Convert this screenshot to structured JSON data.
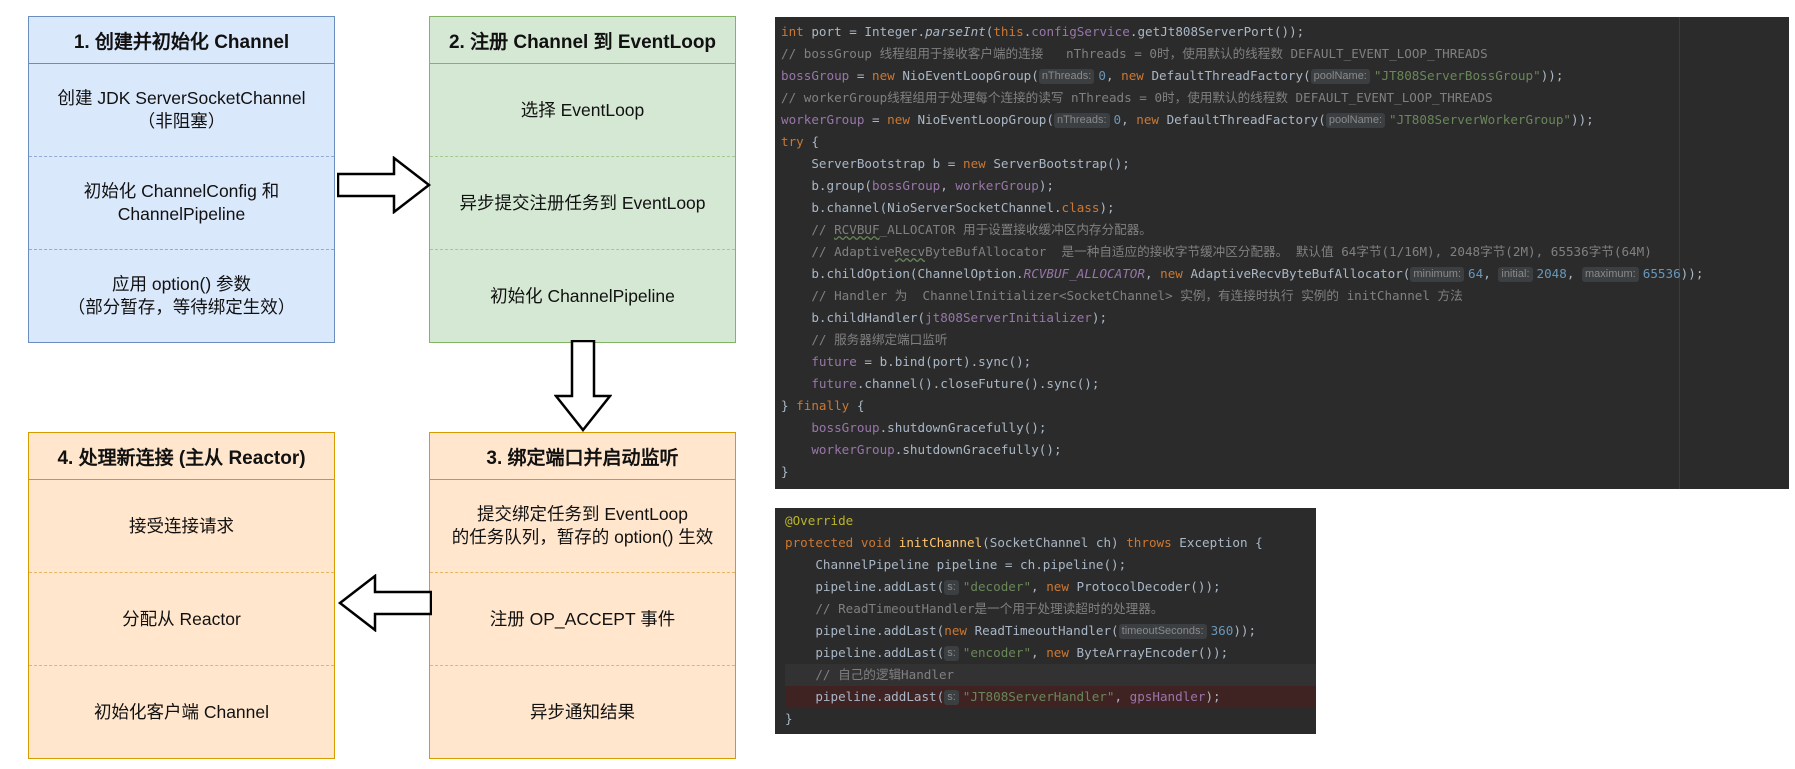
{
  "diagram": {
    "stages": [
      {
        "title": "1. 创建并初始化 Channel",
        "steps": [
          "创建 JDK ServerSocketChannel\n（非阻塞）",
          "初始化 ChannelConfig 和\nChannelPipeline",
          "应用 option() 参数\n（部分暂存，等待绑定生效）"
        ]
      },
      {
        "title": "2. 注册 Channel 到 EventLoop",
        "steps": [
          "选择 EventLoop",
          "异步提交注册任务到 EventLoop",
          "初始化 ChannelPipeline"
        ]
      },
      {
        "title": "3. 绑定端口并启动监听",
        "steps": [
          "提交绑定任务到 EventLoop\n的任务队列，暂存的 option() 生效",
          "注册 OP_ACCEPT 事件",
          "异步通知结果"
        ]
      },
      {
        "title": "4. 处理新连接 (主从 Reactor)",
        "steps": [
          "接受连接请求",
          "分配从 Reactor",
          "初始化客户端 Channel"
        ]
      }
    ],
    "colors": {
      "stage1": "#dae8fc",
      "stage2": "#d5e8d4",
      "stage3": "#ffe6cc",
      "stage4": "#ffe6cc",
      "border1": "#6c8ebf",
      "border2": "#82b366",
      "border3": "#d79b00"
    }
  },
  "code_top": {
    "lines": [
      [
        "int",
        " port = Integer.",
        "parseInt",
        "(",
        "this",
        ".",
        "configService",
        ".getJt808ServerPort());"
      ],
      [
        "// bossGroup 线程组用于接收客户端的连接   nThreads = 0时，使用默认的线程数 DEFAULT_EVENT_LOOP_THREADS"
      ],
      [
        "bossGroup",
        " = ",
        "new",
        " NioEventLoopGroup(",
        "nThreads:",
        "0",
        ", ",
        "new",
        " DefaultThreadFactory(",
        "poolName:",
        "\"JT808ServerBossGroup\"",
        "));"
      ],
      [
        "// workerGroup线程组用于处理每个连接的读写 nThreads = 0时，使用默认的线程数 DEFAULT_EVENT_LOOP_THREADS"
      ],
      [
        "workerGroup",
        " = ",
        "new",
        " NioEventLoopGroup(",
        "nThreads:",
        "0",
        ", ",
        "new",
        " DefaultThreadFactory(",
        "poolName:",
        "\"JT808ServerWorkerGroup\"",
        "));"
      ],
      [
        "try",
        " {"
      ],
      [
        "    ServerBootstrap b = ",
        "new",
        " ServerBootstrap();"
      ],
      [
        "    b.group(",
        "bossGroup",
        ", ",
        "workerGroup",
        ");"
      ],
      [
        "    b.channel(NioServerSocketChannel.",
        "class",
        ");"
      ],
      [
        "    // ",
        "RCVBUF",
        "_ALLOCATOR 用于设置接收缓冲区内存分配器。"
      ],
      [
        "    // Adaptive",
        "Recv",
        "ByteBufAllocator  是一种自适应的接收字节缓冲区分配器。 默认值 64字节(1/16M), 2048字节(2M), 65536字节(64M)"
      ],
      [
        "    b.childOption(ChannelOption.",
        "RCVBUF_ALLOCATOR",
        ", ",
        "new",
        " AdaptiveRecvByteBufAllocator(",
        "minimum:",
        "64",
        ", ",
        "initial:",
        "2048",
        ", ",
        "maximum:",
        "65536",
        "));"
      ],
      [
        "    // Handler 为  ChannelInitializer<SocketChannel> 实例，有连接时执行 实例的 initChannel 方法"
      ],
      [
        "    b.childHandler(",
        "jt808ServerInitializer",
        ");"
      ],
      [
        "    // 服务器绑定端口监听"
      ],
      [
        "    ",
        "future",
        " = b.bind(port).sync();"
      ],
      [
        "    ",
        "future",
        ".channel().closeFuture().sync();"
      ],
      [
        "} ",
        "finally",
        " {"
      ],
      [
        "    ",
        "bossGroup",
        ".shutdownGracefully();"
      ],
      [
        "    ",
        "workerGroup",
        ".shutdownGracefully();"
      ],
      [
        "}"
      ]
    ]
  },
  "code_bottom": {
    "lines": [
      [
        "@Override"
      ],
      [
        "protected void",
        " ",
        "initChannel",
        "(SocketChannel ch) ",
        "throws",
        " Exception {"
      ],
      [
        "    ChannelPipeline pipeline = ch.pipeline();"
      ],
      [
        "    pipeline.addLast(",
        "s:",
        "\"decoder\"",
        ", ",
        "new",
        " ProtocolDecoder());"
      ],
      [
        "    // ReadTimeoutHandler是一个用于处理读超时的处理器。"
      ],
      [
        "    pipeline.addLast(",
        "new",
        " ReadTimeoutHandler(",
        "timeoutSeconds:",
        "360",
        "));"
      ],
      [
        "    pipeline.addLast(",
        "s:",
        "\"encoder\"",
        ", ",
        "new",
        " ByteArrayEncoder());"
      ],
      [
        "    // 自己的逻辑Handler"
      ],
      [
        "    pipeline.addLast(",
        "s:",
        "\"JT808ServerHandler\"",
        ", ",
        "gpsHandler",
        ");"
      ],
      [
        "}"
      ]
    ]
  }
}
